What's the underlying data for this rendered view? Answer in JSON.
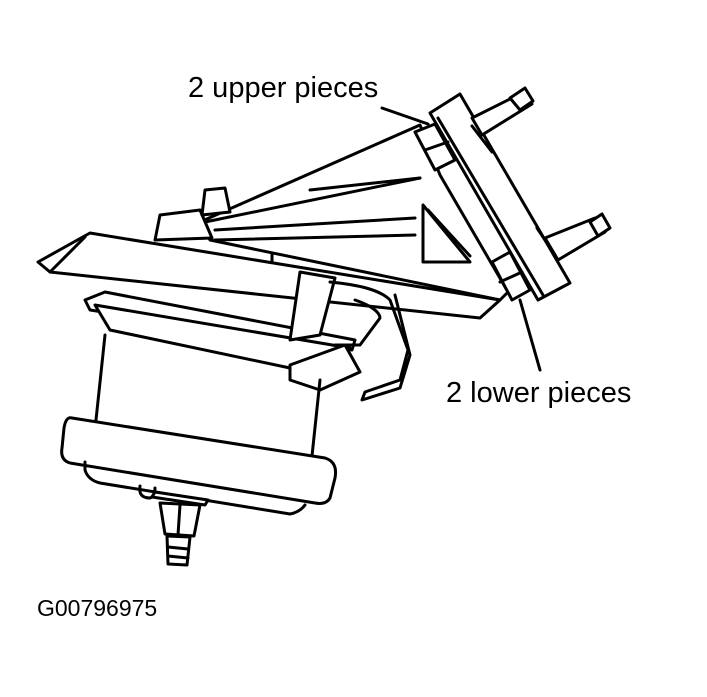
{
  "diagram": {
    "subject": "engine mount with bracket",
    "callouts": [
      {
        "id": "upper",
        "text": "2 upper pieces"
      },
      {
        "id": "lower",
        "text": "2 lower pieces"
      }
    ],
    "figure_code": "G00796975",
    "colors": {
      "line": "#000000",
      "background": "#ffffff"
    }
  }
}
